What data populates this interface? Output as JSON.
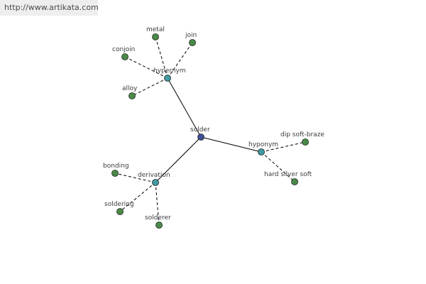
{
  "source_link": "http://www.artikata.com",
  "colors": {
    "root_node": "#3d4f96",
    "relation_node": "#3f9aa4",
    "leaf_node": "#4a8a48",
    "edge": "#000000",
    "label": "#3c3c3c",
    "banner_bg": "#eeeeee"
  },
  "graph": {
    "root": {
      "id": "solder",
      "label": "solder"
    },
    "relations": [
      {
        "id": "hypernym",
        "label": "hypernym",
        "parent": "solder"
      },
      {
        "id": "hyponym",
        "label": "hyponym",
        "parent": "solder"
      },
      {
        "id": "derivation",
        "label": "derivation",
        "parent": "solder"
      }
    ],
    "terms": [
      {
        "id": "metal",
        "label": "metal",
        "relation": "hypernym"
      },
      {
        "id": "join",
        "label": "join",
        "relation": "hypernym"
      },
      {
        "id": "conjoin",
        "label": "conjoin",
        "relation": "hypernym"
      },
      {
        "id": "alloy",
        "label": "alloy",
        "relation": "hypernym"
      },
      {
        "id": "dip-soft-braze",
        "label": "dip soft-braze",
        "relation": "hyponym"
      },
      {
        "id": "hard-silver-soft",
        "label": "hard silver soft",
        "relation": "hyponym"
      },
      {
        "id": "bonding",
        "label": "bonding",
        "relation": "derivation"
      },
      {
        "id": "soldering",
        "label": "soldering",
        "relation": "derivation"
      },
      {
        "id": "solderer",
        "label": "solderer",
        "relation": "derivation"
      }
    ]
  }
}
